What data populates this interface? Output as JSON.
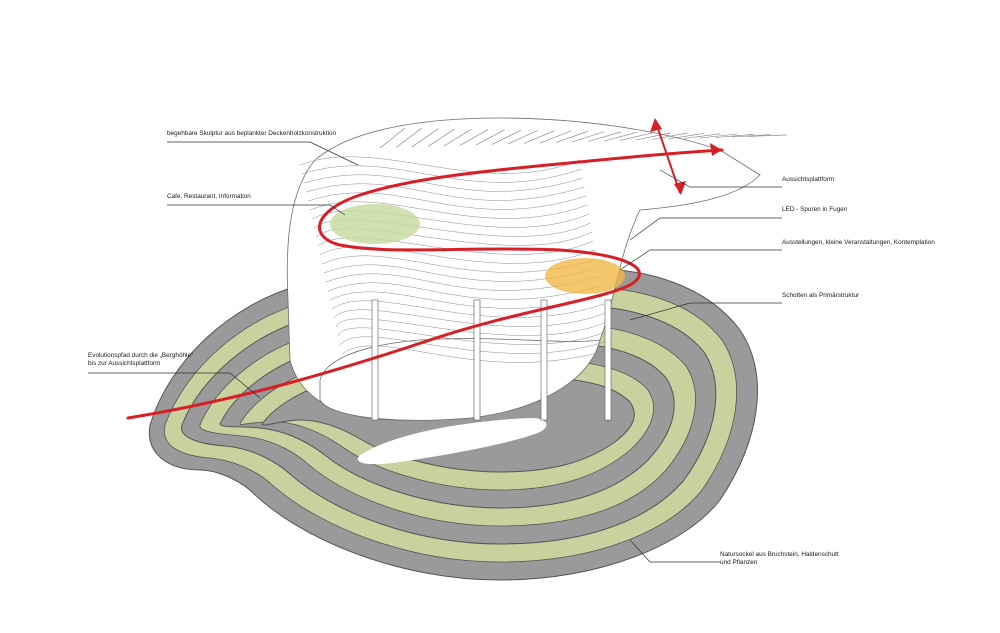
{
  "colors": {
    "path_red": "#d61f26",
    "moss_green": "#c9d29f",
    "stone_gray": "#9a9a9a",
    "stone_dark": "#555555",
    "led_green": "#c7dca0",
    "led_orange": "#f0b649",
    "line_gray": "#6e6e6e"
  },
  "labels": {
    "sculpture": "begehbare Skulptur aus beplankter Deckenholzkonstruktion",
    "cafe": "Cafe, Restaurant, Information",
    "evolution_line1": "Evolutionspfad durch die „Berghöhle“",
    "evolution_line2": "bis zur Aussichtsplattform",
    "platform": "Aussichtsplattform",
    "led": "LED - Spuren in Fugen",
    "exhibitions": "Ausstellungen, kleine Veranstaltungen, Kontemplation",
    "schotten": "Schotten als Primärstruktur",
    "base_line1": "Natursockel aus Bruchstein, Haldenschutt",
    "base_line2": "und Pflanzen"
  }
}
